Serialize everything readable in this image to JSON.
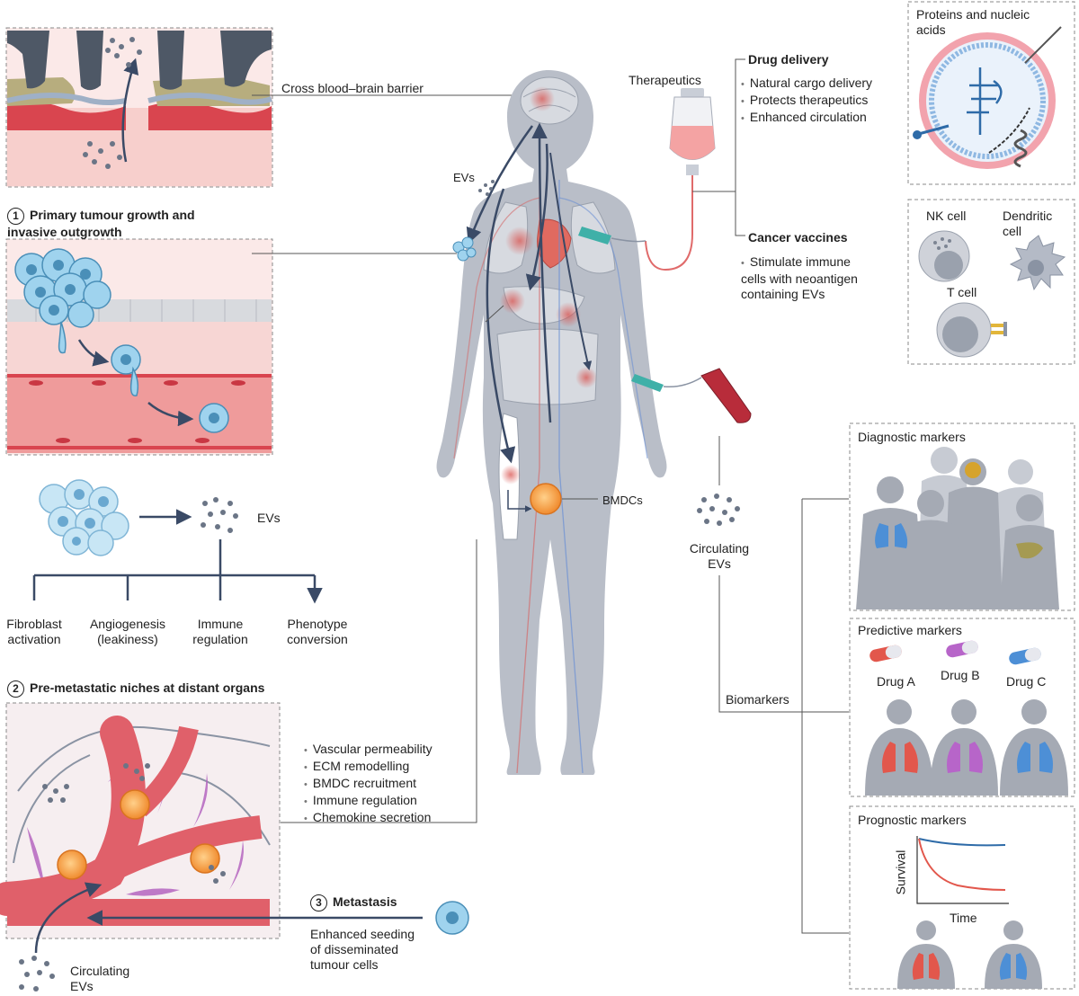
{
  "labels": {
    "bbb": "Cross blood–brain barrier",
    "therapeutics": "Therapeutics",
    "evs_body": "EVs",
    "bmdcs": "BMDCs",
    "circulating_mid": "Circulating\nEVs",
    "proteins": "Proteins and nucleic\nacids",
    "nk_cell": "NK cell",
    "dendritic_cell": "Dendritic\ncell",
    "t_cell": "T cell",
    "evs_left": "EVs",
    "fibroblast": "Fibroblast\nactivation",
    "angiogenesis": "Angiogenesis\n(leakiness)",
    "immune_reg": "Immune\nregulation",
    "phenotype": "Phenotype\nconversion",
    "circulating_bottom": "Circulating\nEVs",
    "enhanced_seeding": "Enhanced seeding\nof disseminated\ntumour cells",
    "biomarkers": "Biomarkers",
    "diagnostic": "Diagnostic markers",
    "predictive": "Predictive markers",
    "prognostic": "Prognostic markers",
    "drug_a": "Drug A",
    "drug_b": "Drug B",
    "drug_c": "Drug C",
    "survival": "Survival",
    "time": "Time"
  },
  "steps": {
    "s1_num": "1",
    "s1_title": "Primary tumour growth and\ninvasive outgrowth",
    "s2_num": "2",
    "s2_title": "Pre-metastatic niches at distant organs",
    "s3_num": "3",
    "s3_title": "Metastasis"
  },
  "drug_delivery": {
    "title": "Drug delivery",
    "items": [
      "Natural cargo delivery",
      "Protects therapeutics",
      "Enhanced circulation"
    ]
  },
  "cancer_vaccines": {
    "title": "Cancer vaccines",
    "items": [
      "Stimulate immune\ncells with neoantigen\ncontaining EVs"
    ]
  },
  "niche_effects": {
    "items": [
      "Vascular permeability",
      "ECM remodelling",
      "BMDC recruitment",
      "Immune regulation",
      "Chemokine secretion"
    ]
  },
  "colors": {
    "body": "#b9bec8",
    "tumour": "#9fd3ee",
    "vessel": "#e0606a",
    "bmdc": "#f5a04a",
    "arrow": "#3a4a66",
    "lung_blue": "#4d8fd6",
    "lung_red": "#e2574c",
    "lung_purple": "#b765c9"
  }
}
